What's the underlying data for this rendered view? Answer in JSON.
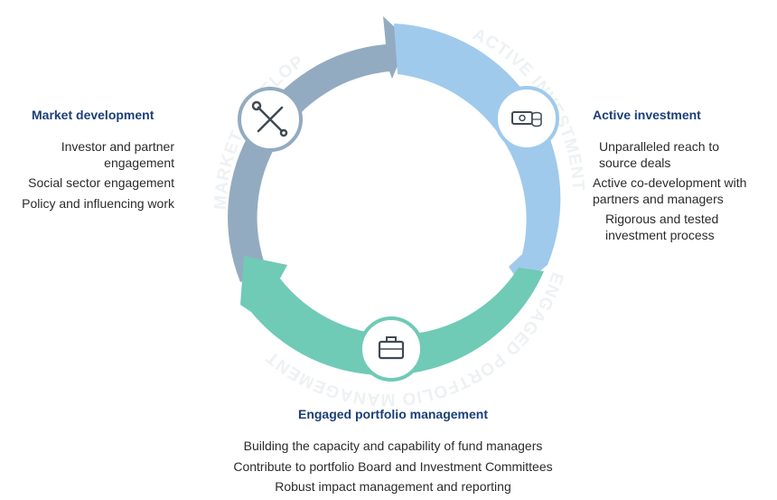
{
  "colors": {
    "market_arrow": "#93abc1",
    "active_arrow": "#9fcaec",
    "portfolio_arrow": "#6fcab6",
    "ring_text": "#eef1f3",
    "heading": "#1c3f78",
    "body_text": "#2b2b2b"
  },
  "cycle": {
    "market_ring_label": "MARKET DEVELOPMENT",
    "active_ring_label": "ACTIVE INVESTMENT",
    "portfolio_ring_label": "ENGAGED PORTFOLIO MANAGEMENT",
    "market_icon": "tools-icon",
    "active_icon": "cash-coins-icon",
    "portfolio_icon": "briefcase-icon"
  },
  "market": {
    "heading": "Market development",
    "items": [
      "Investor and partner engagement",
      "Social sector engagement",
      "Policy and influencing work"
    ]
  },
  "active": {
    "heading": "Active investment",
    "items": [
      "Unparalleled reach to source deals",
      "Active co-development with partners and managers",
      "Rigorous and tested investment process"
    ]
  },
  "portfolio": {
    "heading": "Engaged portfolio management",
    "items": [
      "Building the capacity and capability of fund managers",
      "Contribute to portfolio Board and Investment Committees",
      "Robust impact management and reporting"
    ]
  }
}
